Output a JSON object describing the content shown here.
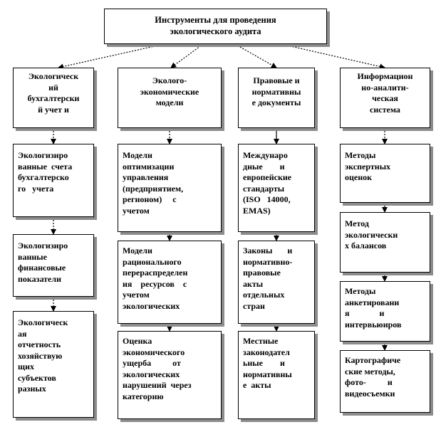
{
  "root": {
    "text": "Инструменты для проведения\nэкологического аудита"
  },
  "columns": [
    {
      "header": "Экологическ\nий\nбухгалтерски\nй учет и",
      "items": [
        "Экологизиро\nванные  счета\nбухгалтерско\nго   учета",
        "Экологизиро\nванные\nфинансовые\nпоказатели",
        "Экологическ\nая\nотчетность\nхозяйствую\nщих\nсубъектов\nразных"
      ]
    },
    {
      "header": "Эколого-\nэкономические\nмодели",
      "items": [
        "Модели\nоптимизации\nуправления\n(предприятием,\nрегионом)     с\nучетом",
        "Модели\nрационального\nперераспределен\nия    ресурсов    с\nучетом\nэкологических",
        "Оценка\nэкономического\nущерба          от\nэкологических\nнарушений  через\nкатегорию"
      ]
    },
    {
      "header": "Правовые и\nнормативны\nе документы",
      "items": [
        "Междунаро\nдные        и\nевропейские\nстандарты\n(ISO   14000,\nEMAS)",
        "Законы       и\nнормативно-\nправовые\nакты\nотдельных\nстран",
        "Местные\nзаконодател\nьные        и\nнормативны\nе  акты"
      ]
    },
    {
      "header": "Информацион\nно-аналити-\nческая\nсистема",
      "items": [
        "Методы\nэкспертных\nоценок",
        "Метод\nэкологически\nх балансов",
        "Методы\nанкетировани\nя              и\nинтервьюиров",
        "Картографиче\nские методы,\nфото-          и\nвидеосъемки"
      ]
    }
  ]
}
